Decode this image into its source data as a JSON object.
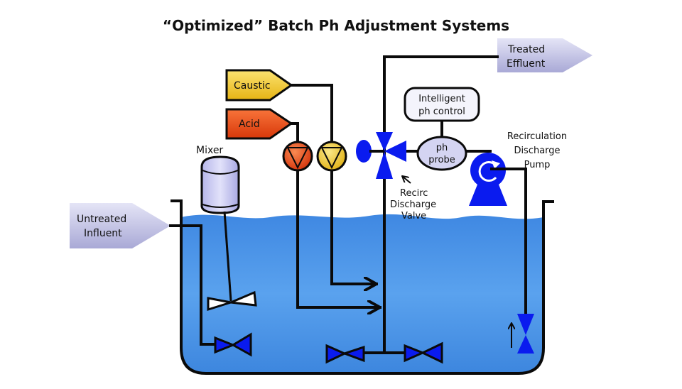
{
  "title": "“Optimized” Batch Ph Adjustment Systems",
  "colors": {
    "water": "#4f96e6",
    "water_dark": "#3a7fd6",
    "valve_blue": "#0a1bef",
    "caustic": "#f2cc2a",
    "acid": "#ee4a12",
    "arrow_tag": "#c8c8ea",
    "pipe": "#0a0a0a"
  },
  "labels": {
    "treated_effluent": [
      "Treated",
      "Effluent"
    ],
    "caustic": "Caustic",
    "acid": "Acid",
    "mixer": "Mixer",
    "untreated_influent": [
      "Untreated",
      "Influent"
    ],
    "intelligent_ph_control": [
      "Intelligent",
      "ph control"
    ],
    "ph_probe": [
      "ph",
      "probe"
    ],
    "recirculation_pump": [
      "Recirculation",
      "Discharge",
      "Pump"
    ],
    "recirc_valve": [
      "Recirc",
      "Discharge",
      "Valve"
    ]
  }
}
